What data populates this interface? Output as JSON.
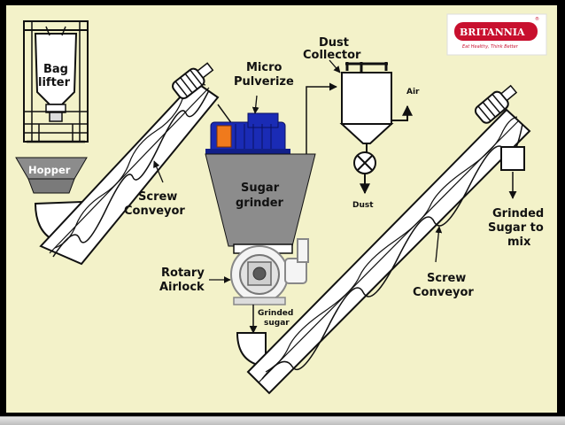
{
  "logo": {
    "name": "BRITANNIA",
    "tagline": "Eat Healthy, Think Better",
    "reg_mark": "®",
    "color": "#c8102e"
  },
  "labels": {
    "bag_lifter": [
      "Bag",
      "lifter"
    ],
    "hopper": "Hopper",
    "screw_conveyor_left": [
      "Screw",
      "Conveyor"
    ],
    "micro_pulverize": [
      "Micro",
      "Pulverize"
    ],
    "sugar_grinder": [
      "Sugar",
      "grinder"
    ],
    "dust_collector": [
      "Dust",
      "Collector"
    ],
    "air": "Air",
    "dust": "Dust",
    "rotary_airlock": [
      "Rotary",
      "Airlock"
    ],
    "grinded_sugar": [
      "Grinded",
      "sugar"
    ],
    "screw_conveyor_right": [
      "Screw",
      "Conveyor"
    ],
    "grinded_sugar_to_mix": [
      "Grinded",
      "Sugar to",
      "mix"
    ]
  },
  "colors": {
    "background": "#f3f2c9",
    "frame": "#000000",
    "hopper_gray": "#8c8c8c",
    "motor_blue": "#1a2bb5",
    "motor_accent": "#f07a1c"
  }
}
